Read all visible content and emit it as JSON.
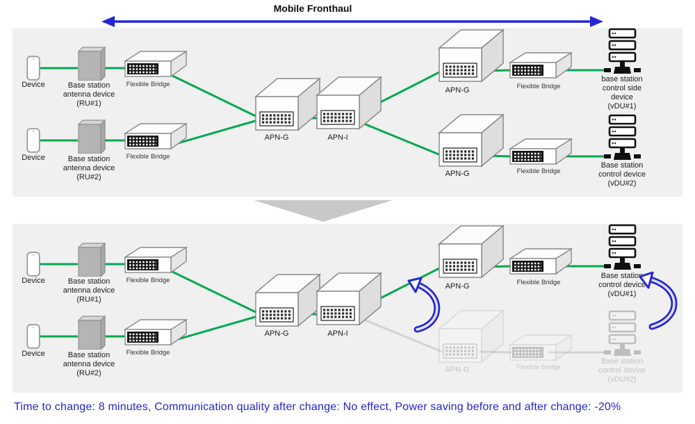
{
  "header": {
    "title": "Mobile Fronthaul"
  },
  "labels": {
    "device": "Device",
    "ru1": "Base station antenna device (RU#1)",
    "ru2": "Base station antenna device (RU#2)",
    "flexible_bridge": "Flexible Bridge",
    "apn_g": "APN-G",
    "apn_i": "APN-I"
  },
  "panel_before": {
    "vdu1": "base station control side device (vDU#1)",
    "vdu2": "Base station control device (vDU#2)"
  },
  "panel_after": {
    "vdu1": "Base station control device (vDU#1)",
    "vdu2": "Base station control device (vDU#2)"
  },
  "footer": {
    "text": "Time to change: 8 minutes, Communication quality after change: No effect, Power saving before and after change: -20%"
  },
  "colors": {
    "link_active": "#00a94f",
    "link_inactive": "#d2d2d2",
    "arrow_blue": "#2326d8",
    "footer_text": "#2323cc",
    "panel_bg": "#f0f0f0",
    "transition_gray": "#c8c8c8"
  },
  "icons": {
    "phone": "device-phone-icon",
    "antenna": "base-station-antenna-icon",
    "bridge": "flexible-bridge-switch-icon",
    "apn": "apn-router-icon",
    "server": "base-station-server-icon",
    "span": "fronthaul-span-arrow-icon",
    "transition": "transition-down-arrow-icon",
    "switchover": "switchover-curved-arrow-icon"
  }
}
